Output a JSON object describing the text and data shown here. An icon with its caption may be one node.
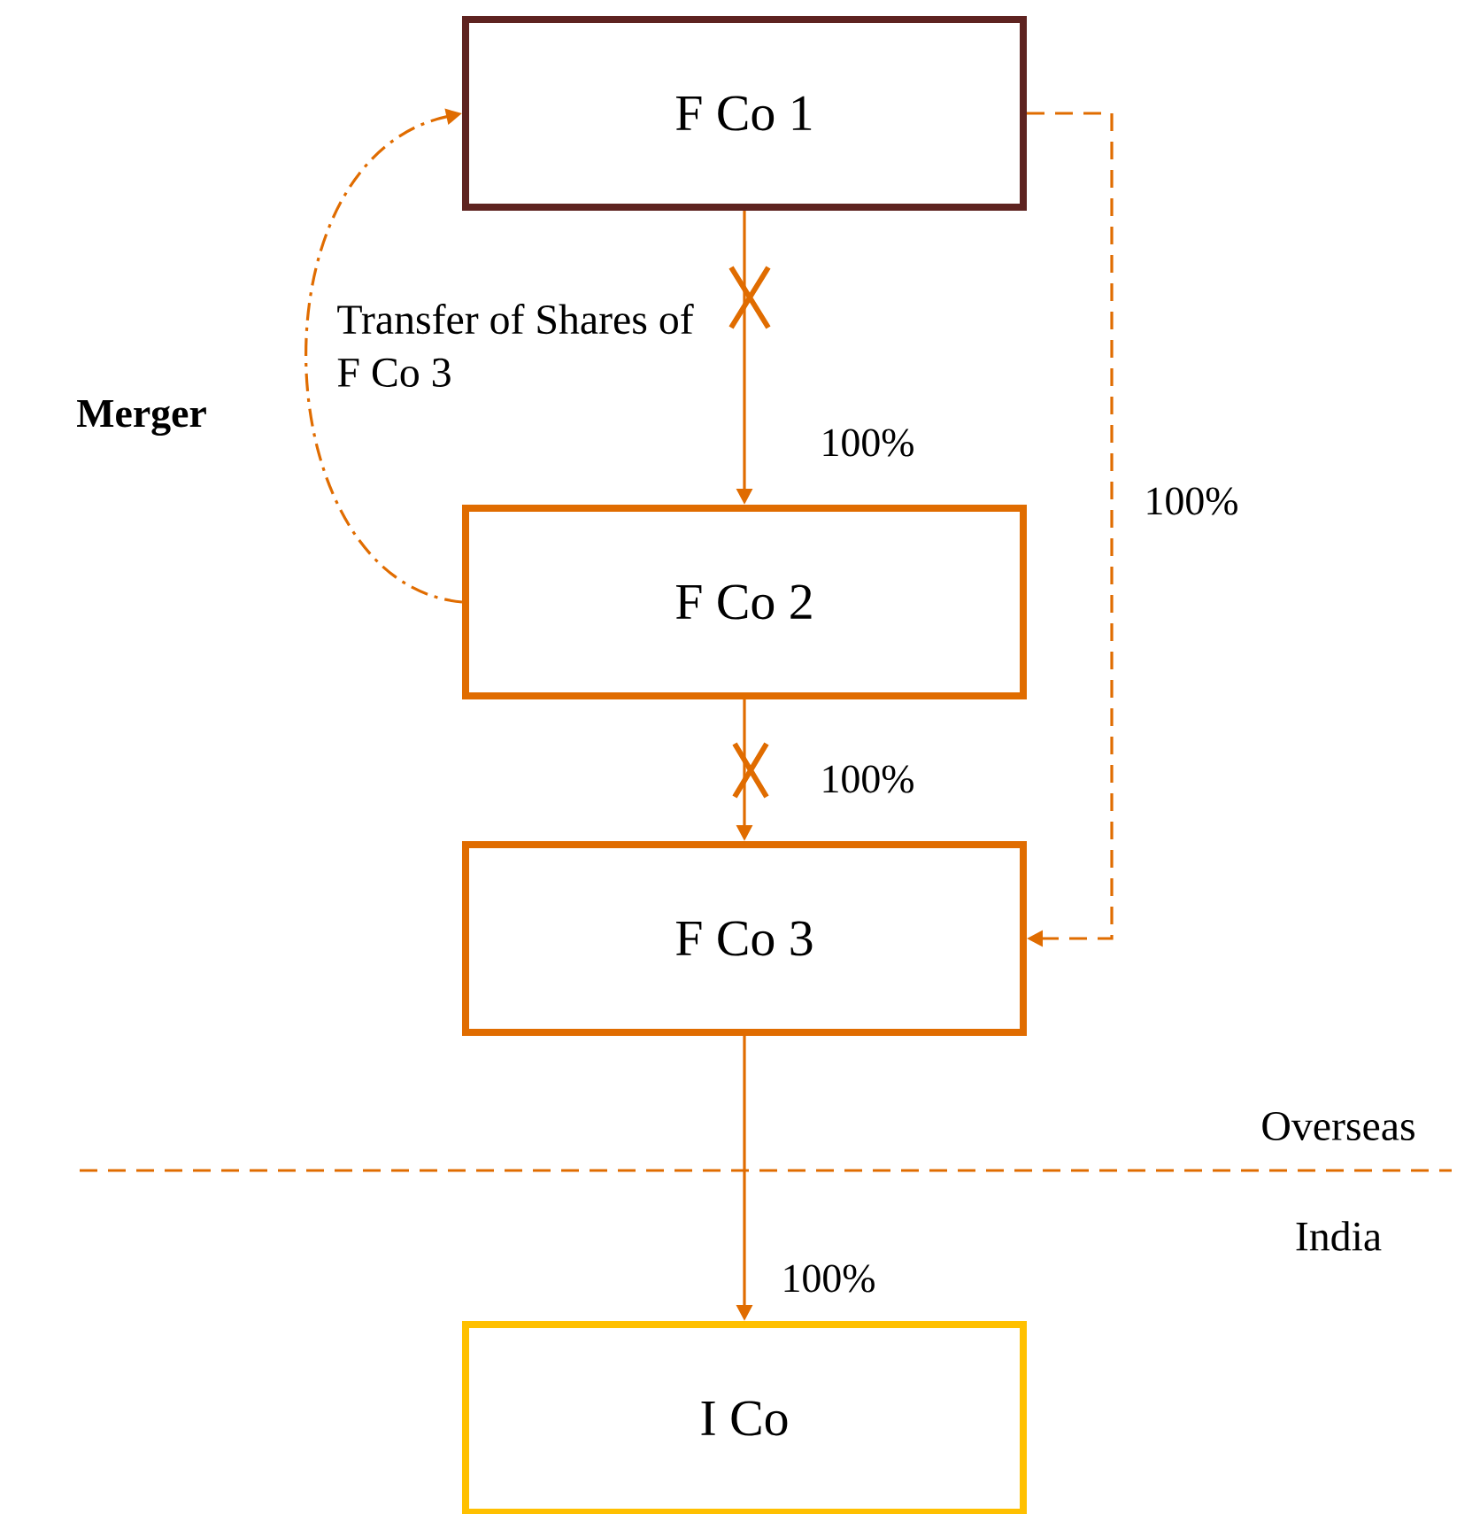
{
  "diagram": {
    "nodes": [
      {
        "text": [
          "F Co 1"
        ]
      },
      {
        "text": [
          "F Co 2"
        ]
      },
      {
        "text": [
          "F Co 3"
        ]
      },
      {
        "text": [
          "I Co"
        ]
      }
    ],
    "edges": [
      {
        "from": 0,
        "to": 1,
        "arrow": "to",
        "label": "100%"
      },
      {
        "from": 1,
        "to": 2,
        "arrow": "to",
        "label": "100%"
      },
      {
        "from": 0,
        "to": 2,
        "arrow": "to",
        "label": "100%",
        "style": "dashed"
      },
      {
        "from": 2,
        "to": 3,
        "arrow": "to",
        "label": "100%"
      },
      {
        "from": 1,
        "to": 0,
        "arrow": "to",
        "label": "Merger",
        "style": "dashed"
      }
    ],
    "labels": [
      "Transfer of Shares of F Co 3",
      "Overseas",
      "India"
    ]
  }
}
